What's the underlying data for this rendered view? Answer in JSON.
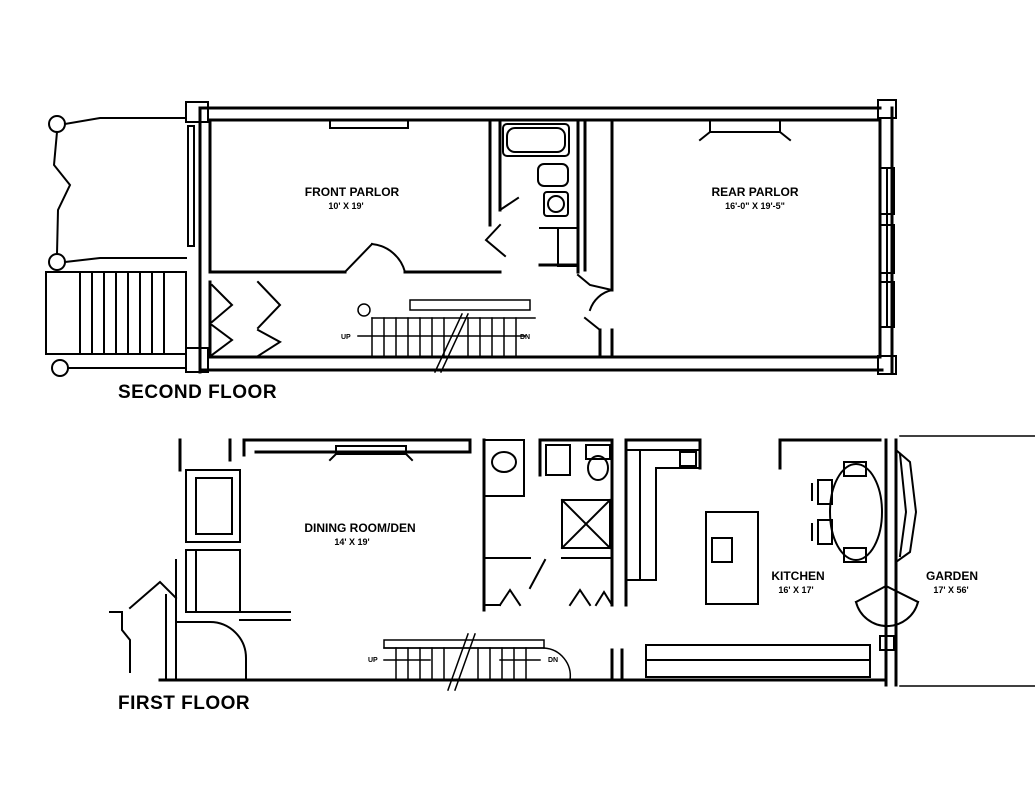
{
  "floors": [
    {
      "title": "SECOND FLOOR",
      "rooms": [
        {
          "name": "FRONT PARLOR",
          "size": "10' X 19'"
        },
        {
          "name": "REAR PARLOR",
          "size": "16'-0\" X 19'-5\""
        }
      ],
      "stair_up": "UP",
      "stair_down": "DN"
    },
    {
      "title": "FIRST FLOOR",
      "rooms": [
        {
          "name": "DINING ROOM/DEN",
          "size": "14' X 19'"
        },
        {
          "name": "KITCHEN",
          "size": "16' X 17'"
        },
        {
          "name": "GARDEN",
          "size": "17' X 56'"
        }
      ],
      "stair_up": "UP",
      "stair_down": "DN"
    }
  ],
  "colors": {
    "line": "#000000",
    "background": "#ffffff"
  }
}
